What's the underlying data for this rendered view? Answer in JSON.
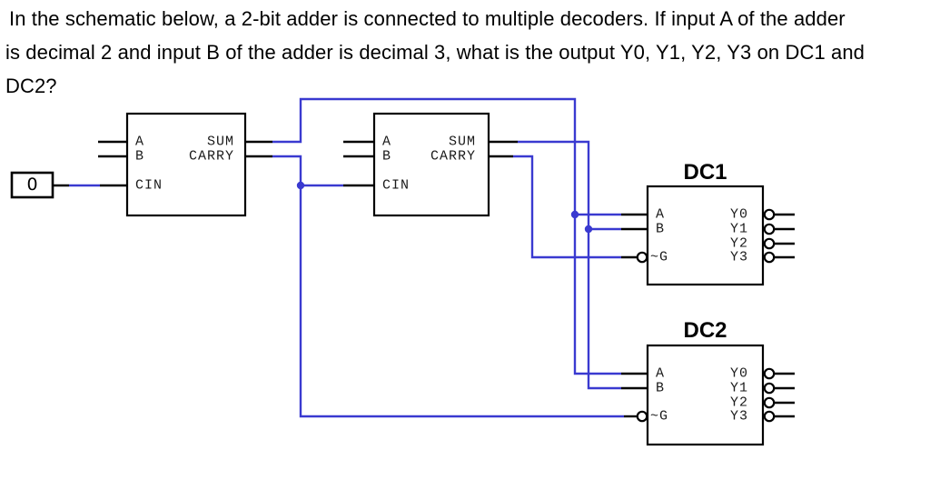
{
  "question": {
    "lines": [
      "In the schematic below, a 2-bit adder is connected to multiple decoders. If input A of the adder",
      "is decimal 2 and input B of the adder is decimal 3, what is the output Y0, Y1, Y2, Y3 on DC1 and",
      "DC2?"
    ]
  },
  "schematic": {
    "constant": {
      "label": "0"
    },
    "adder1": {
      "pin_a": "A",
      "pin_b": "B",
      "pin_cin": "CIN",
      "pin_sum": "SUM",
      "pin_carry": "CARRY"
    },
    "adder2": {
      "pin_a": "A",
      "pin_b": "B",
      "pin_cin": "CIN",
      "pin_sum": "SUM",
      "pin_carry": "CARRY"
    },
    "dc1": {
      "title": "DC1",
      "pin_a": "A",
      "pin_b": "B",
      "pin_g": "~G",
      "outputs": [
        "Y0",
        "Y1",
        "Y2",
        "Y3"
      ]
    },
    "dc2": {
      "title": "DC2",
      "pin_a": "A",
      "pin_b": "B",
      "pin_g": "~G",
      "outputs": [
        "Y0",
        "Y1",
        "Y2",
        "Y3"
      ]
    },
    "colors": {
      "wire": "#3a3ad0",
      "stub": "#000000",
      "box_border": "#000000",
      "background": "#ffffff",
      "text": "#000000"
    }
  }
}
